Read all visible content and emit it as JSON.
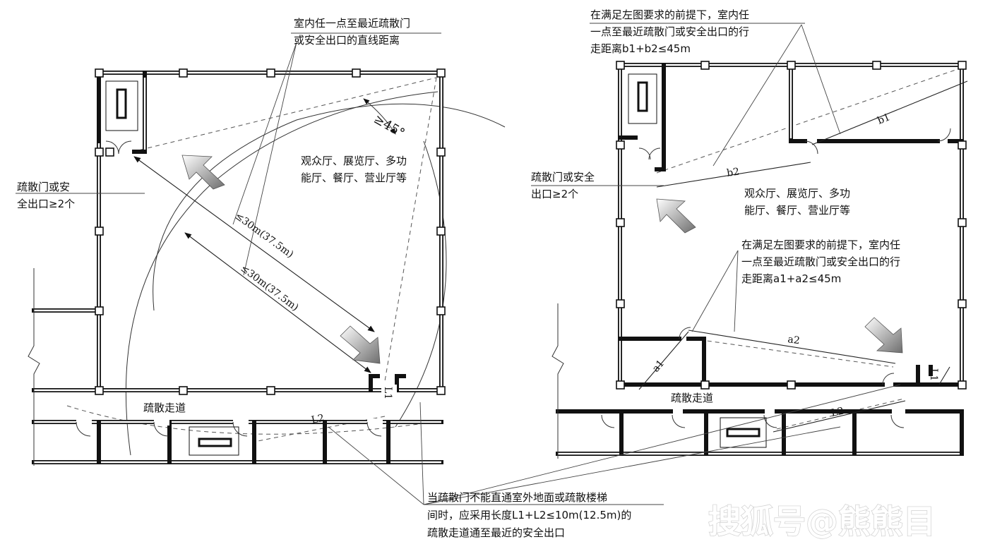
{
  "left_plan": {
    "note_straight_distance": [
      "室内任一点至最近疏散门",
      "或安全出口的直线距离"
    ],
    "exit_count": [
      "疏散门或安",
      "全出口≥2个"
    ],
    "angle": "≥45°",
    "room_types": [
      "观众厅、展览厅、多功",
      "能厅、餐厅、营业厅等"
    ],
    "dim_upper": "≤30m(37.5m)",
    "dim_lower": "≤30m(37.5m)",
    "corridor": "疏散走道",
    "l1": "L1",
    "l2": "L2"
  },
  "right_plan": {
    "note_b": [
      "在满足左图要求的前提下，室内任",
      "一点至最近疏散门或安全出口的行",
      "走距离b1+b2≤45m"
    ],
    "exit_count": [
      "疏散门或安全",
      "出口≥2个"
    ],
    "room_types": [
      "观众厅、展览厅、多功",
      "能厅、餐厅、营业厅等"
    ],
    "note_a": [
      "在满足左图要求的前提下，室内任",
      "一点至最近疏散门或安全出口的行",
      "走距离a1+a2≤45m"
    ],
    "b1": "b1",
    "b2": "b2",
    "a1": "a1",
    "a2": "a2",
    "corridor": "疏散走道",
    "l1": "L1",
    "l2": "L2"
  },
  "bottom_note": [
    "当疏散门不能直通室外地面或疏散楼梯",
    "间时，应采用长度L1+L2≤10m(12.5m)的",
    "疏散走道通至最近的安全出口"
  ],
  "watermark": "搜狐号@熊熊目"
}
